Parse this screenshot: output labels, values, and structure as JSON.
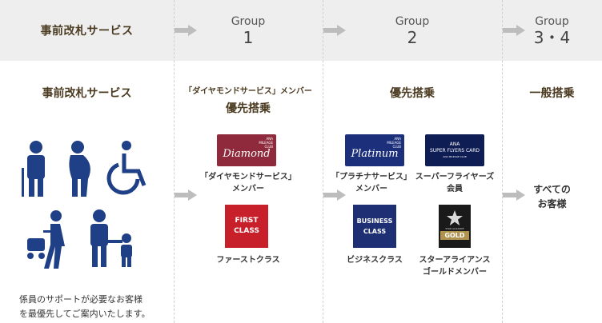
{
  "header": {
    "col1_title": "事前改札サービス",
    "group1_label": "Group",
    "group1_num": "1",
    "group2_label": "Group",
    "group2_num": "2",
    "group34_label": "Group",
    "group34_num": "3・4"
  },
  "col1": {
    "title": "事前改札サービス",
    "description_line1": "係員のサポートが必要なお客様",
    "description_line2": "を最優先してご案内いたします。"
  },
  "col2": {
    "subtitle": "「ダイヤモンドサービス」メンバー",
    "title": "優先搭乗",
    "diamond_card": {
      "brand_top": "ANA",
      "brand_mid": "MILEAGE",
      "brand_bottom": "CLUB",
      "script": "Diamond",
      "label_line1": "「ダイヤモンドサービス」",
      "label_line2": "メンバー"
    },
    "first_card": {
      "line1": "FIRST",
      "line2": "CLASS",
      "label": "ファーストクラス"
    }
  },
  "col3": {
    "title": "優先搭乗",
    "platinum_card": {
      "brand_top": "ANA",
      "brand_mid": "MILEAGE",
      "brand_bottom": "CLUB",
      "script": "Platinum",
      "label_line1": "「プラチナサービス」",
      "label_line2": "メンバー"
    },
    "sfc_card": {
      "line1": "ANA",
      "line2": "SUPER FLYERS CARD",
      "line3": "ANA MILEAGE CLUB",
      "label_line1": "スーパーフライヤーズ",
      "label_line2": "会員"
    },
    "business_card": {
      "line1": "BUSINESS",
      "line2": "CLASS",
      "label": "ビジネスクラス"
    },
    "star_card": {
      "line1": "STAR ALLIANCE",
      "line2": "GOLD",
      "label_line1": "スターアライアンス",
      "label_line2": "ゴールドメンバー"
    }
  },
  "col4": {
    "title": "一般搭乗",
    "all_line1": "すべての",
    "all_line2": "お客様"
  },
  "colors": {
    "diamond": "#8e2a3b",
    "first": "#c8202a",
    "platinum": "#1c2f7a",
    "sfc": "#0f1d55",
    "business": "#1e2f73",
    "star_gold": "#b0934f",
    "header_bg": "#eeeeee",
    "arrow": "#bdbdbd",
    "accessibility_icon": "#1f3f86"
  }
}
